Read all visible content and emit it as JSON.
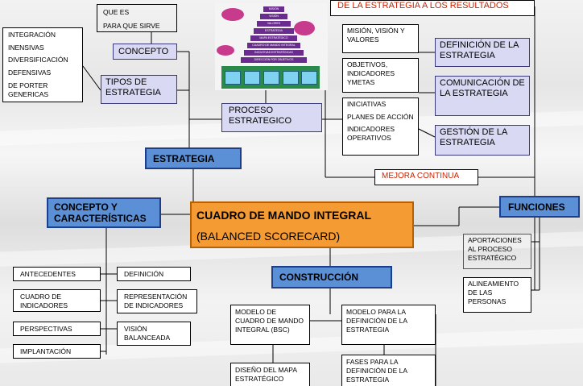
{
  "concept": {
    "que_es": "QUE ES",
    "para_que_sirve": "PARA QUE SIRVE",
    "label": "CONCEPTO",
    "tipos": [
      "INTEGRACIÓN",
      "INENSIVAS",
      "DIVERSIFICACIÓN",
      "DEFENSIVAS",
      "DE PORTER",
      "GENERICAS"
    ],
    "tipos_estrategia": "TIPOS DE ESTRATEGIA"
  },
  "pyramid": {
    "levels": [
      "MISIÓN",
      "VISIÓN",
      "VALORES",
      "ESTRATEGIA",
      "MAPA ESTRATÉGICO",
      "CUADRO DE MANDO INTEGRAL",
      "INICIATIVAS ESTRATÉGICAS",
      "DIRECCIÓN POR OBJETIVOS"
    ]
  },
  "proceso": "PROCESO ESTRATEGICO",
  "estrategia": "ESTRATEGIA",
  "resultados": {
    "title": "DE LA ESTRATEGIA A LOS RESULTADOS",
    "mision": "MISIÓN, VISIÓN Y VALORES",
    "objetivos": "OBJETIVOS, INDICADORES YMETAS",
    "iniciativas": "INICIATIVAS",
    "planes": "PLANES DE ACCIÓN",
    "indicadores_op": "INDICADORES OPERATIVOS",
    "definicion": "DEFINICIÓN DE LA ESTRATEGIA",
    "comunicacion": "COMUNICACIÓN DE LA ESTRATEGIA",
    "gestion": "GESTIÓN DE LA ESTRATEGIA",
    "mejora": "MEJORA CONTINUA"
  },
  "center": {
    "title": "CUADRO DE MANDO INTEGRAL",
    "subtitle": "(BALANCED SCORECARD)"
  },
  "concepto_caract": "CONCEPTO Y CARACTERÍSTICAS",
  "funciones": {
    "label": "FUNCIONES",
    "aportaciones": "APORTACIONES AL PROCESO ESTRATÉGICO",
    "alineamiento": "ALINEAMIENTO DE LAS PERSONAS"
  },
  "caract": {
    "antecedentes": "ANTECEDENTES",
    "cuadro": "CUADRO DE INDICADORES",
    "perspectivas": "PERSPECTIVAS",
    "implantacion": "IMPLANTACIÓN",
    "definicion": "DEFINICIÓN",
    "representacion": "REPRESENTACIÓN DE INDICADORES",
    "vision": "VISIÓN BALANCEADA"
  },
  "construccion": {
    "label": "CONSTRUCCIÓN",
    "modelo_cuadro": "MODELO DE CUADRO DE MANDO INTEGRAL (BSC)",
    "modelo_def": "MODELO PARA LA DEFINICIÓN DE LA ESTRATEGIA",
    "diseno": "DISEÑO DEL MAPA ESTRATÉGICO",
    "fases": "FASES PARA LA DEFINICIÓN DE LA ESTRATEGIA"
  }
}
